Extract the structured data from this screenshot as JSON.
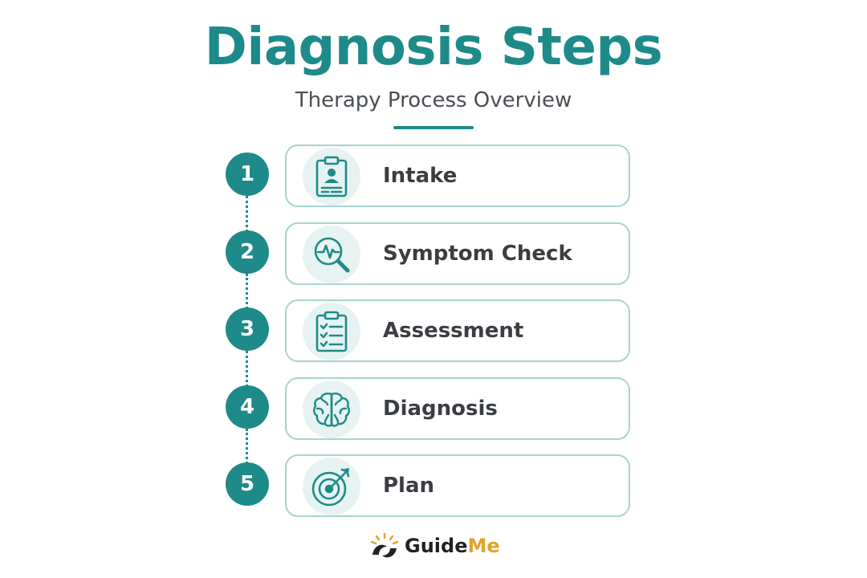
{
  "header": {
    "title": "Diagnosis Steps",
    "subtitle": "Therapy Process Overview"
  },
  "colors": {
    "primary": "#1e8a8a",
    "card_border": "#a9d3d1",
    "icon_bg": "#e6f3f2",
    "text_dark": "#3a3d42",
    "brand_accent": "#e0a32a"
  },
  "steps": [
    {
      "number": "1",
      "label": "Intake",
      "icon": "clipboard-person-icon"
    },
    {
      "number": "2",
      "label": "Symptom Check",
      "icon": "magnifier-pulse-icon"
    },
    {
      "number": "3",
      "label": "Assessment",
      "icon": "checklist-clipboard-icon"
    },
    {
      "number": "4",
      "label": "Diagnosis",
      "icon": "brain-icon"
    },
    {
      "number": "5",
      "label": "Plan",
      "icon": "target-arrow-icon"
    }
  ],
  "brand": {
    "name_part1": "Guide",
    "name_part2": "Me",
    "logo_icon": "sunrise-logo-icon"
  }
}
